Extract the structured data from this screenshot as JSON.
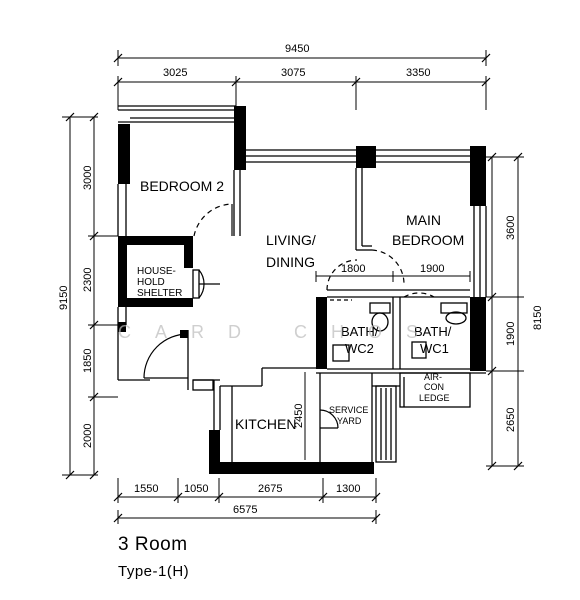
{
  "rooms": {
    "bedroom2": "BEDROOM 2",
    "living_1": "LIVING/",
    "living_2": "DINING",
    "main_bed_1": "MAIN",
    "main_bed_2": "BEDROOM",
    "shelter_1": "HOUSE-",
    "shelter_2": "HOLD",
    "shelter_3": "SHELTER",
    "bath2_1": "BATH/",
    "bath2_2": "WC2",
    "bath1_1": "BATH/",
    "bath1_2": "WC1",
    "aircon_1": "AIR-",
    "aircon_2": "CON",
    "aircon_3": "LEDGE",
    "kitchen": "KITCHEN",
    "service_1": "SERVICE",
    "service_2": "YARD"
  },
  "dimensions": {
    "overall_width": "9450",
    "top_1": "3025",
    "top_2": "3075",
    "top_3": "3350",
    "bottom_1": "1550",
    "bottom_2": "1050",
    "bottom_3": "2675",
    "bottom_4": "1300",
    "bottom_total": "6575",
    "left_1": "3000",
    "left_2": "2300",
    "left_3": "1850",
    "left_4": "2000",
    "left_total": "9150",
    "right_1": "3600",
    "right_2": "1900",
    "right_3": "2650",
    "right_total": "8150",
    "inner_1800": "1800",
    "inner_1900": "1900",
    "kitchen_2450": "2450"
  },
  "caption": {
    "title": "3 Room",
    "type": "Type-1(H)"
  },
  "watermark": "CARD CHOS"
}
